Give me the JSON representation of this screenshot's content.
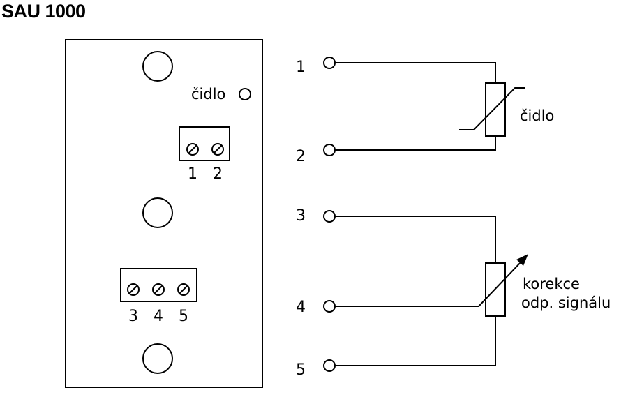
{
  "title": "SAU 1000",
  "board": {
    "sensor_label": "čidlo",
    "terminals_top": [
      "1",
      "2"
    ],
    "terminals_bottom": [
      "3",
      "4",
      "5"
    ]
  },
  "schematic": {
    "terminal_numbers": [
      "1",
      "2",
      "3",
      "4",
      "5"
    ],
    "thermistor_label": "čidlo",
    "pot_label_line1": "korekce",
    "pot_label_line2": "odp. signálu"
  }
}
